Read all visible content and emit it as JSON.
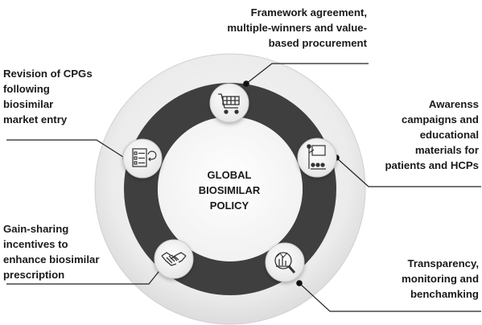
{
  "center": {
    "line1": "GLOBAL",
    "line2": "BIOSIMILAR",
    "line3": "POLICY"
  },
  "nodes": [
    {
      "id": "procurement",
      "icon": "shopping-cart-icon",
      "lines": [
        "Framework agreement,",
        "multiple-winners and value-",
        "based procurement"
      ]
    },
    {
      "id": "awareness",
      "icon": "presentation-icon",
      "lines": [
        "Awarenss",
        "campaigns and",
        "educational",
        "materials for",
        "patients and HCPs"
      ]
    },
    {
      "id": "transparency",
      "icon": "magnifier-chart-icon",
      "lines": [
        "Transparency,",
        "monitoring and",
        "benchamking"
      ]
    },
    {
      "id": "gain-sharing",
      "icon": "handshake-icon",
      "lines": [
        "Gain-sharing",
        "incentives to",
        "enhance biosimilar",
        "prescription"
      ]
    },
    {
      "id": "cpgs",
      "icon": "checklist-icon",
      "lines": [
        "Revision of CPGs",
        "following",
        "biosimilar",
        "market entry"
      ]
    }
  ]
}
